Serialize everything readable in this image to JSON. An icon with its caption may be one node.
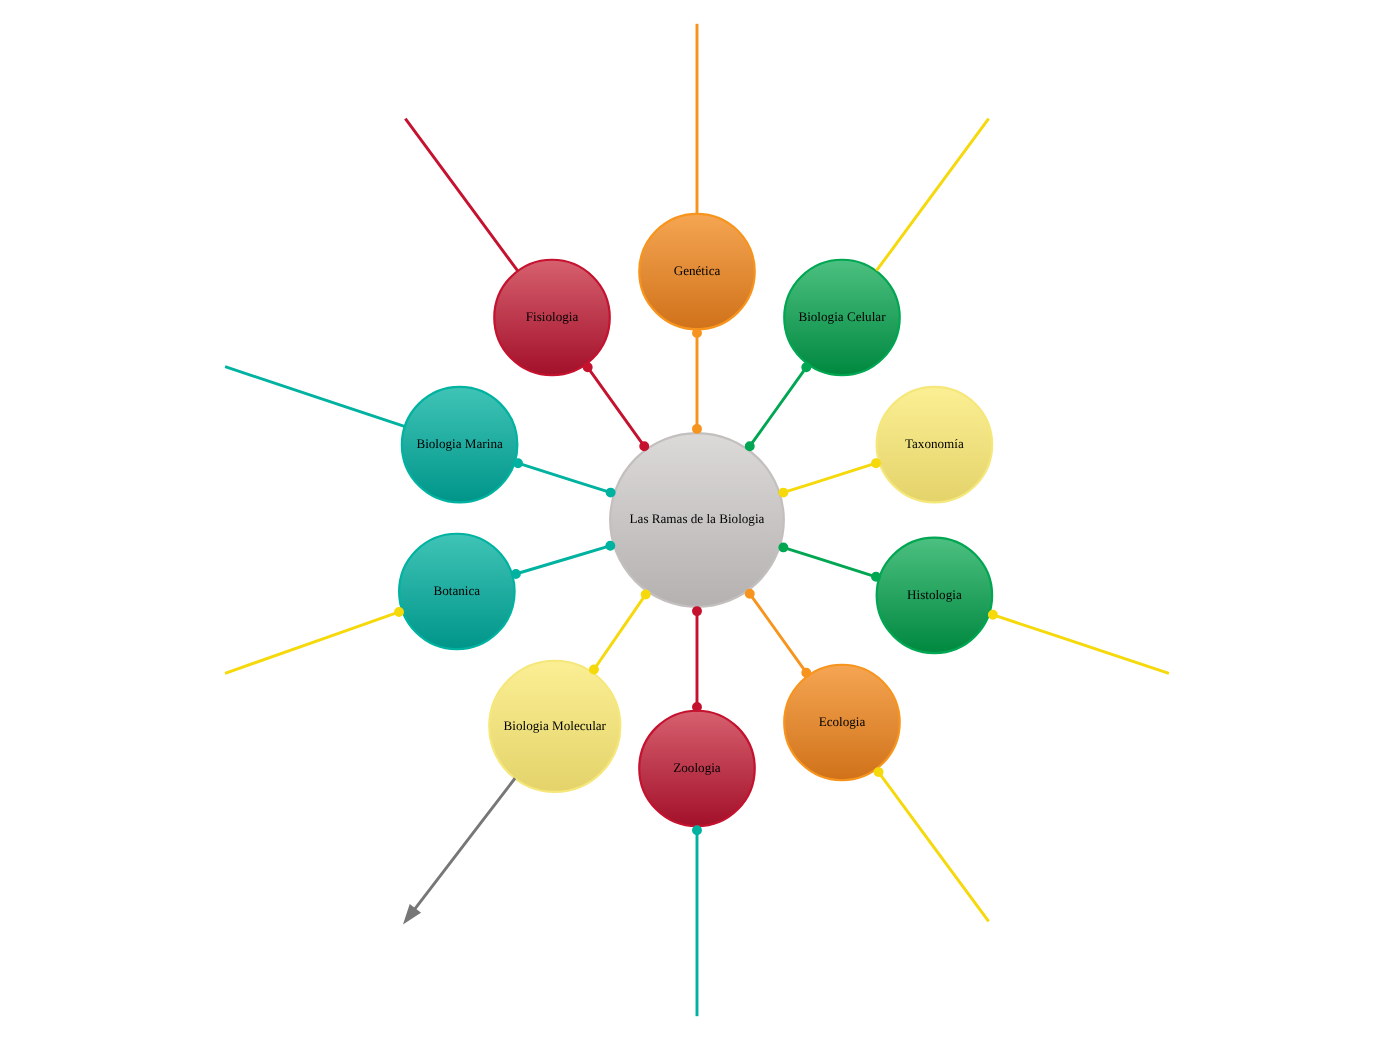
{
  "diagram": {
    "nodes": [
      {
        "text": [
          "Las Ramas de la Biologia"
        ]
      },
      {
        "text": [
          "Taxonomía"
        ]
      },
      {
        "text": [
          "Biologia Celular"
        ]
      },
      {
        "text": [
          "Genética"
        ]
      },
      {
        "text": [
          "Fisiologia"
        ]
      },
      {
        "text": [
          "Biologia Marina"
        ]
      },
      {
        "text": [
          "Botanica"
        ]
      },
      {
        "text": [
          "Biologia Molecular"
        ]
      },
      {
        "text": [
          "Zoologia"
        ]
      },
      {
        "text": [
          "Ecologia"
        ]
      },
      {
        "text": [
          "Histologia"
        ]
      }
    ],
    "edges": [
      {
        "from": 0,
        "to": 1,
        "arrow": "other",
        "color": "#f5d90a"
      },
      {
        "from": 0,
        "to": 2,
        "arrow": "other",
        "color": "#00a651"
      },
      {
        "from": 0,
        "to": 3,
        "arrow": "other",
        "color": "#f7941d"
      },
      {
        "from": 0,
        "to": 4,
        "arrow": "other",
        "color": "#c4122f"
      },
      {
        "from": 0,
        "to": 5,
        "arrow": "other",
        "color": "#00b2a0"
      },
      {
        "from": 0,
        "to": 6,
        "arrow": "other",
        "color": "#00b2a0"
      },
      {
        "from": 0,
        "to": 7,
        "arrow": "other",
        "color": "#f5d90a"
      },
      {
        "from": 0,
        "to": 8,
        "arrow": "other",
        "color": "#c4122f"
      },
      {
        "from": 0,
        "to": 9,
        "arrow": "other",
        "color": "#f7941d"
      },
      {
        "from": 0,
        "to": 10,
        "arrow": "other",
        "color": "#00a651"
      },
      {
        "from": 2,
        "to": null,
        "arrow": "none",
        "color": "#f5d90a"
      },
      {
        "from": 3,
        "to": null,
        "arrow": "none",
        "color": "#f7941d"
      },
      {
        "from": 4,
        "to": null,
        "arrow": "none",
        "color": "#c4122f"
      },
      {
        "from": 5,
        "to": null,
        "arrow": "none",
        "color": "#00b2a0"
      },
      {
        "from": 6,
        "to": null,
        "arrow": "other",
        "color": "#f5d90a"
      },
      {
        "from": 7,
        "to": null,
        "arrow": "to",
        "color": "#777777"
      },
      {
        "from": 8,
        "to": null,
        "arrow": "other",
        "color": "#00b2a0"
      },
      {
        "from": 9,
        "to": null,
        "arrow": "other",
        "color": "#f5d90a"
      },
      {
        "from": 10,
        "to": null,
        "arrow": "other",
        "color": "#f5d90a"
      }
    ]
  }
}
